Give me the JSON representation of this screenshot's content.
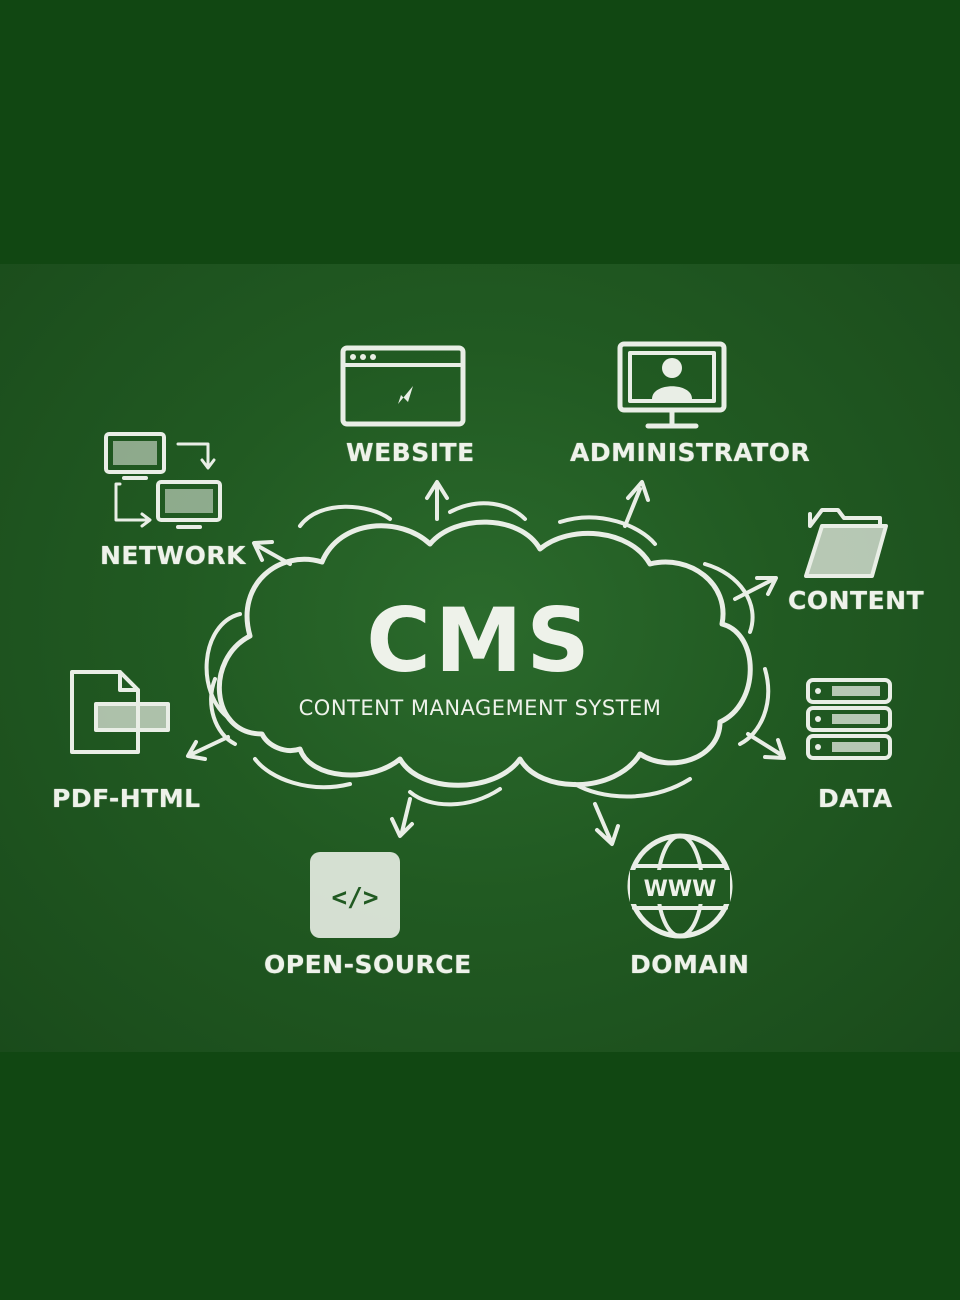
{
  "center": {
    "title": "CMS",
    "subtitle": "CONTENT MANAGEMENT SYSTEM"
  },
  "nodes": {
    "website": "WEBSITE",
    "administrator": "ADMINISTRATOR",
    "network": "NETWORK",
    "content": "CONTENT",
    "pdf_html": "PDF-HTML",
    "data": "DATA",
    "open_source": "OPEN-SOURCE",
    "domain": "DOMAIN"
  },
  "icons": {
    "website": "browser-window-icon",
    "administrator": "monitor-user-icon",
    "network": "network-computers-icon",
    "content": "folder-icon",
    "pdf_html": "document-convert-icon",
    "data": "server-stack-icon",
    "open_source": "code-icon",
    "domain": "globe-www-icon"
  },
  "icon_glyphs": {
    "code": "</>",
    "www": "WWW"
  },
  "colors": {
    "board": "#215a22",
    "band": "#114712",
    "chalk": "#e9eee6"
  }
}
